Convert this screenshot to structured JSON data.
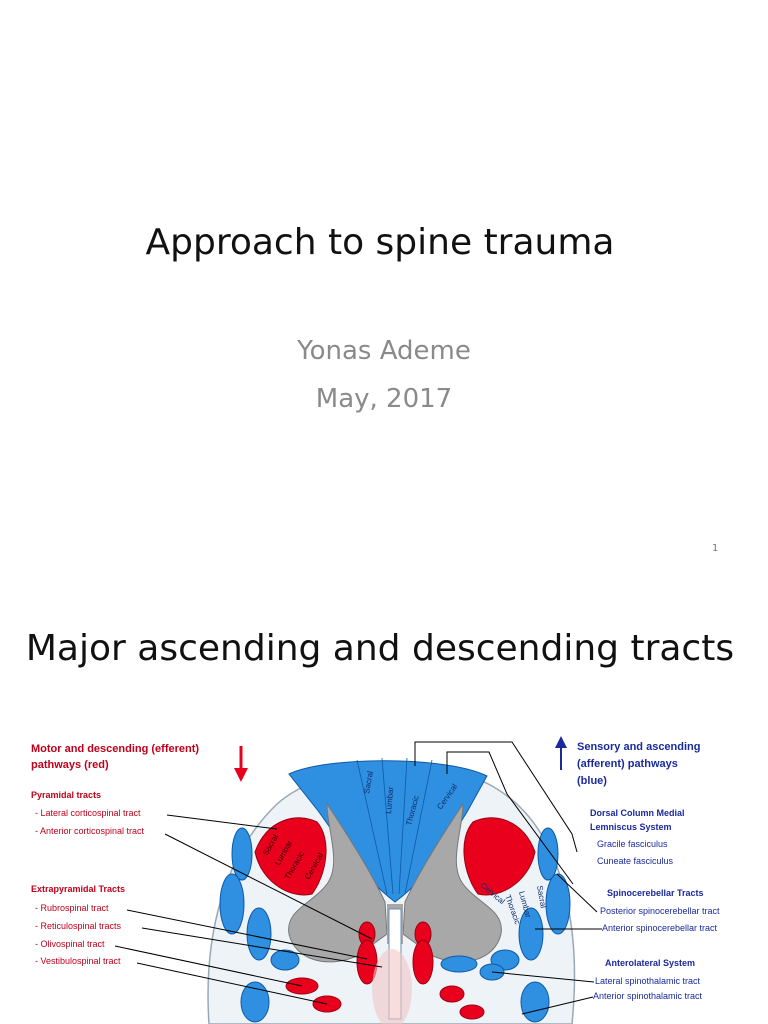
{
  "slide1": {
    "title": "Approach to spine trauma",
    "author": "Yonas Ademe",
    "date": "May, 2017",
    "page_number": "1"
  },
  "slide2": {
    "title": "Major ascending and descending tracts",
    "diagram": {
      "left_header_1": "Motor and descending (efferent)",
      "left_header_2": "pathways   (red)",
      "pyramidal_title": "Pyramidal tracts",
      "pyramidal_items": [
        "- Lateral corticospinal tract",
        "- Anterior corticospinal tract"
      ],
      "extrapyramidal_title": "Extrapyramidal Tracts",
      "extrapyramidal_items": [
        "- Rubrospinal tract",
        "- Reticulospinal tracts",
        "- Olivospinal tract",
        "- Vestibulospinal tract"
      ],
      "right_header_1": "Sensory and ascending",
      "right_header_2": "(afferent) pathways",
      "right_header_3": "(blue)",
      "dcml_title_1": "Dorsal Column Medial",
      "dcml_title_2": "Lemniscus System",
      "dcml_items": [
        "Gracile fasciculus",
        "Cuneate fasciculus"
      ],
      "spinocerebellar_title": "Spinocerebellar Tracts",
      "spinocerebellar_items": [
        "Posterior spinocerebellar tract",
        "Anterior spinocerebellar tract"
      ],
      "anterolateral_title": "Anterolateral System",
      "anterolateral_items": [
        "Lateral spinothalamic tract",
        "Anterior spinothalamic tract"
      ],
      "dorsal_labels": [
        "Sacral",
        "Lumbar",
        "Thoracic",
        "Cervical"
      ],
      "left_lateral_labels": [
        "Sacral",
        "Lumbar",
        "Thoracic",
        "Cervical"
      ],
      "right_lateral_labels": [
        "Cervical",
        "Thoracic",
        "Lumbar",
        "Sacral"
      ],
      "colors": {
        "motor": "#e8001c",
        "sensory": "#1e88e5",
        "grey_matter": "#a8a8a8",
        "header_red": "#c0001a",
        "header_blue": "#1a2a9c"
      }
    }
  }
}
